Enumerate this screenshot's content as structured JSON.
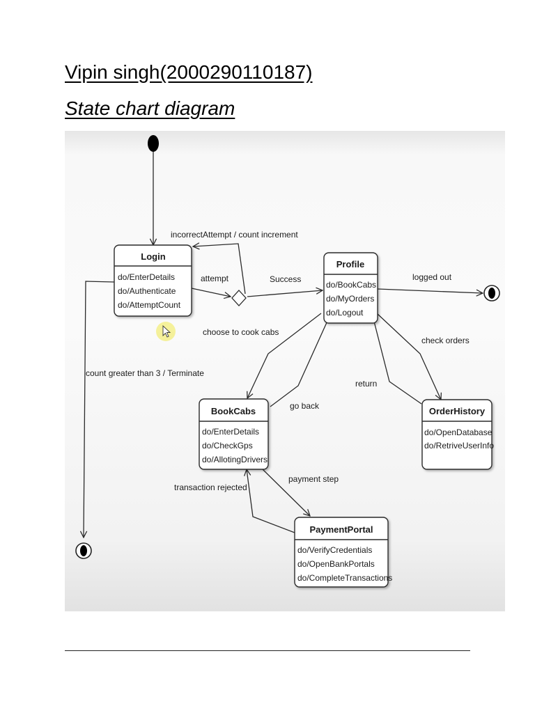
{
  "header": {
    "author": "Vipin singh(2000290110187)",
    "title": "State chart diagram"
  },
  "diagram": {
    "states": [
      {
        "id": "login",
        "name": "Login",
        "activities": [
          "do/EnterDetails",
          "do/Authenticate",
          "do/AttemptCount"
        ]
      },
      {
        "id": "profile",
        "name": "Profile",
        "activities": [
          "do/BookCabs",
          "do/MyOrders",
          "do/Logout"
        ]
      },
      {
        "id": "bookcabs",
        "name": "BookCabs",
        "activities": [
          "do/EnterDetails",
          "do/CheckGps",
          "do/AllotingDrivers"
        ]
      },
      {
        "id": "orderhistory",
        "name": "OrderHistory",
        "activities": [
          "do/OpenDatabase",
          "do/RetriveUserInfo"
        ]
      },
      {
        "id": "paymentportal",
        "name": "PaymentPortal",
        "activities": [
          "do/VerifyCredentials",
          "do/OpenBankPortals",
          "do/CompleteTransactions"
        ]
      }
    ],
    "transitions": {
      "incorrect_attempt": "incorrectAttempt / count increment",
      "attempt": "attempt",
      "success": "Success",
      "logged_out": "logged out",
      "choose_to_cook_cabs": "choose to cook cabs",
      "check_orders": "check orders",
      "count_greater_than_3": "count greater than 3 / Terminate",
      "return": "return",
      "go_back": "go back",
      "payment_step": "payment step",
      "transaction_rejected": "transaction rejected"
    },
    "colors": {
      "line": "#2a2a2a",
      "state_fill": "#ffffff",
      "cursor_highlight": "#f3ee8a"
    }
  }
}
